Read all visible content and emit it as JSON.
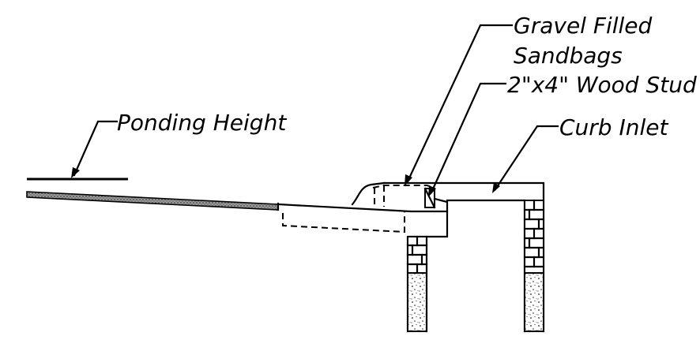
{
  "labels": {
    "ponding_height": "Ponding Height",
    "gravel_line1": "Gravel Filled",
    "gravel_line2": "Sandbags",
    "wood_stud": "2\"x4\" Wood Stud",
    "curb_inlet": "Curb Inlet"
  },
  "colors": {
    "ink": "#000000",
    "pavement": "#8a8a8a",
    "background": "#ffffff"
  }
}
